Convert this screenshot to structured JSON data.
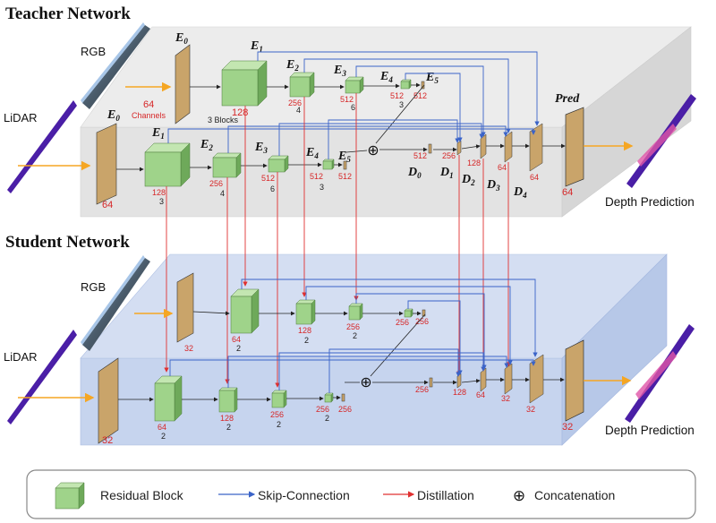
{
  "teacher": {
    "title": "Teacher Network",
    "rgb_label": "RGB",
    "lidar_label": "LiDAR",
    "e0": "E",
    "e0_sub": "0",
    "e1": "E",
    "e1_sub": "1",
    "e2": "E",
    "e2_sub": "2",
    "e3": "E",
    "e3_sub": "3",
    "e4": "E",
    "e4_sub": "4",
    "e5": "E",
    "e5_sub": "5",
    "channels_num": "64",
    "channels_word": "Channels",
    "blocks_text": "3 Blocks",
    "rgb_ch": [
      "128",
      "256",
      "512",
      "512",
      "512"
    ],
    "rgb_blocks": [
      "4",
      "6",
      "3"
    ],
    "lidar_ch": [
      "64",
      "128",
      "256",
      "512",
      "512",
      "512"
    ],
    "lidar_blocks": [
      "3",
      "4",
      "6",
      "3"
    ],
    "dec_ch": [
      "512",
      "256",
      "128",
      "64",
      "64"
    ],
    "d0": "D",
    "d0_sub": "0",
    "d1": "D",
    "d1_sub": "1",
    "d2": "D",
    "d2_sub": "2",
    "d3": "D",
    "d3_sub": "3",
    "d4": "D",
    "d4_sub": "4",
    "pred": "Pred",
    "pred_ch": "64",
    "output_label": "Depth Prediction"
  },
  "student": {
    "title": "Student Network",
    "rgb_label": "RGB",
    "lidar_label": "LiDAR",
    "rgb_ch": [
      "32",
      "64",
      "128",
      "256",
      "256",
      "256"
    ],
    "rgb_blocks": [
      "2",
      "2",
      "2"
    ],
    "lidar_ch": [
      "32",
      "64",
      "128",
      "256",
      "256",
      "256"
    ],
    "lidar_blocks": [
      "2",
      "2",
      "2",
      "2"
    ],
    "dec_ch": [
      "256",
      "128",
      "64",
      "32",
      "32"
    ],
    "pred_ch": "32",
    "output_label": "Depth Prediction"
  },
  "legend": {
    "residual": "Residual Block",
    "skip": "Skip-Connection",
    "distill": "Distillation",
    "concat_symbol": "⊕",
    "concat": "Concatenation"
  },
  "colors": {
    "teacher_bg": "#e6e6e6",
    "student_bg": "#c9d6ee",
    "block_green": "#9fd38a",
    "feature_tan": "#c9a46a",
    "skip_blue": "#3a63c8",
    "distill_red": "#e03030",
    "input_arrow": "#f5a623"
  }
}
